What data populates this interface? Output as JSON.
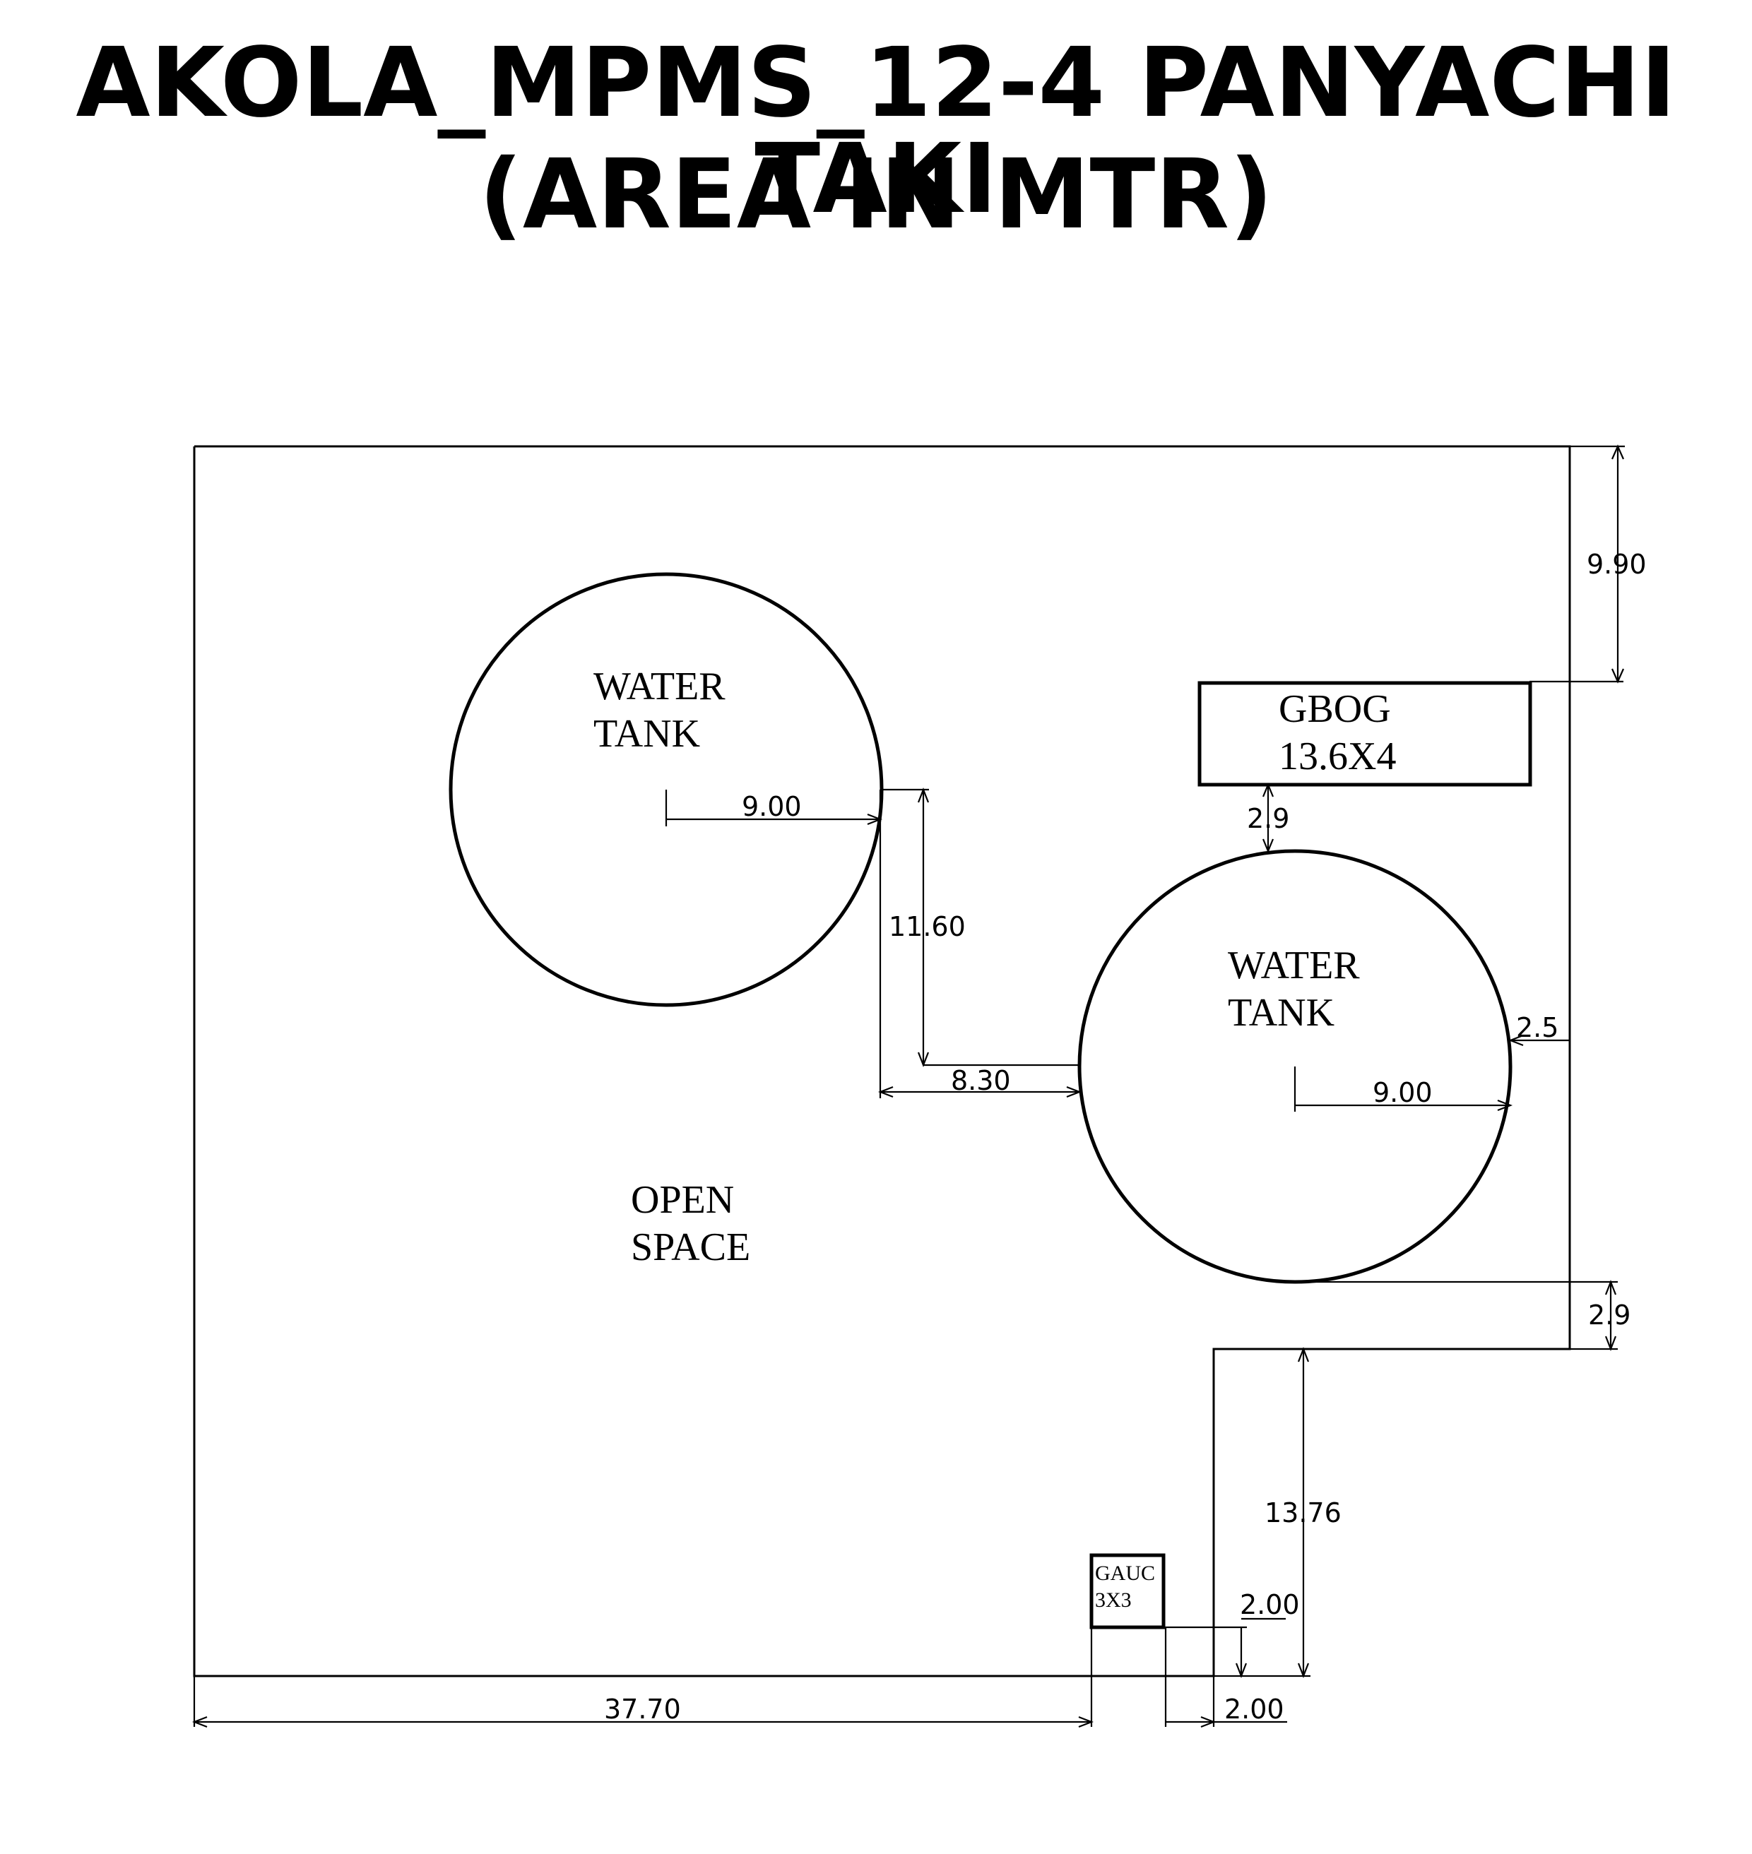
{
  "title": {
    "line1": "AKOLA_MPMS_12-4 PANYACHI TAKI",
    "line2": "(AREA IN MTR)"
  },
  "labels": {
    "tank1_line1": "WATER",
    "tank1_line2": "TANK",
    "tank2_line1": "WATER",
    "tank2_line2": "TANK",
    "gbog_line1": "GBOG",
    "gbog_line2": "13.6X4",
    "open_line1": "OPEN",
    "open_line2": "SPACE",
    "gauc_line1": "GAUC",
    "gauc_line2": "3X3"
  },
  "dimensions": {
    "right_top": "9.90",
    "tank1_radius": "9.00",
    "gap_gbog_tank": "2.9",
    "vertical_between_tanks": "11.60",
    "horizontal_between_tanks": "8.30",
    "tank2_to_wall": "2.5",
    "tank2_radius": "9.00",
    "right_notch": "2.9",
    "notch_vertical": "13.76",
    "gauc_offset_vertical": "2.00",
    "bottom_length": "37.70",
    "bottom_small": "2.00"
  }
}
